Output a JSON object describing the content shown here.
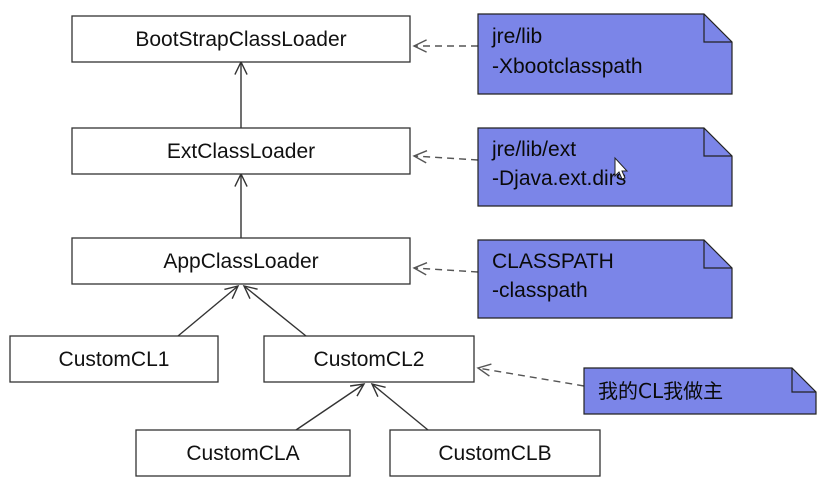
{
  "colors": {
    "node_fill": "#ffffff",
    "node_stroke": "#333333",
    "note_fill": "#7b85e8",
    "note_stroke": "#222222",
    "edge": "#333333",
    "dashed_edge": "#555555"
  },
  "nodes": {
    "bootstrap": "BootStrapClassLoader",
    "ext": "ExtClassLoader",
    "app": "AppClassLoader",
    "custom1": "CustomCL1",
    "custom2": "CustomCL2",
    "customA": "CustomCLA",
    "customB": "CustomCLB"
  },
  "notes": {
    "bootstrap": {
      "line1": "jre/lib",
      "line2": "-Xbootclasspath"
    },
    "ext": {
      "line1": "jre/lib/ext",
      "line2": "-Djava.ext.dirs"
    },
    "app": {
      "line1": "CLASSPATH",
      "line2": "-classpath"
    },
    "custom2": {
      "line1": "我的CL我做主"
    }
  },
  "edges": [
    {
      "from": "ext",
      "to": "bootstrap",
      "style": "inheritance"
    },
    {
      "from": "app",
      "to": "ext",
      "style": "inheritance"
    },
    {
      "from": "custom1",
      "to": "app",
      "style": "inheritance"
    },
    {
      "from": "custom2",
      "to": "app",
      "style": "inheritance"
    },
    {
      "from": "customA",
      "to": "custom2",
      "style": "inheritance"
    },
    {
      "from": "customB",
      "to": "custom2",
      "style": "inheritance"
    },
    {
      "from": "note-bootstrap",
      "to": "bootstrap",
      "style": "dashed"
    },
    {
      "from": "note-ext",
      "to": "ext",
      "style": "dashed"
    },
    {
      "from": "note-app",
      "to": "app",
      "style": "dashed"
    },
    {
      "from": "note-custom2",
      "to": "custom2",
      "style": "dashed"
    }
  ]
}
